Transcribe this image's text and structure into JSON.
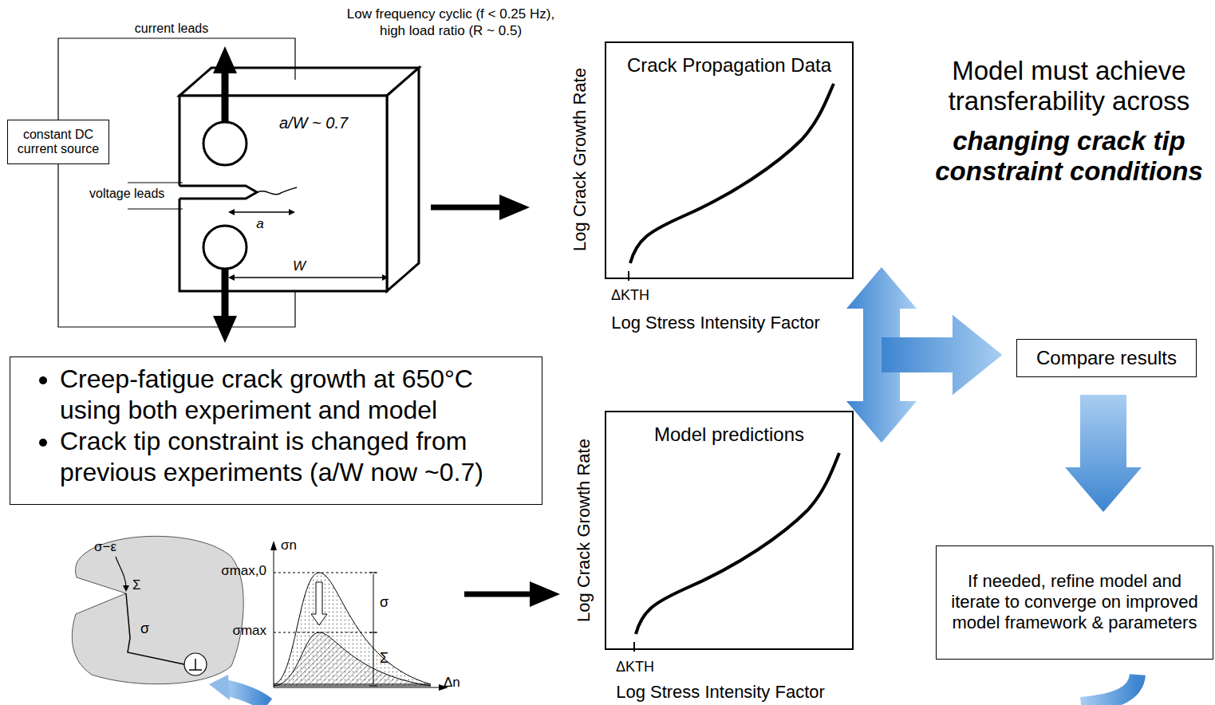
{
  "diagram": {
    "nodes": [
      {
        "text": [
          "constant DC current source"
        ]
      },
      {
        "text": [
          "Crack Propagation Data"
        ]
      },
      {
        "text": [
          "Model predictions"
        ]
      },
      {
        "text": [
          "Compare results"
        ]
      },
      {
        "text": [
          "If needed, refine model and iterate to converge on improved model framework & parameters"
        ]
      },
      {
        "text": [
          "Creep-fatigue crack growth at 650°C using both experiment and model",
          "Crack tip constraint is changed from previous experiments (a/W now ~0.7)"
        ]
      }
    ],
    "edges": [
      {
        "from": 1,
        "to": 2,
        "arrow": "both"
      },
      {
        "from": 1,
        "to": 3,
        "arrow": "to"
      },
      {
        "from": 2,
        "to": 3,
        "arrow": "to"
      },
      {
        "from": 3,
        "to": 4,
        "arrow": "to"
      }
    ],
    "labels": [
      "Low frequency cyclic (f < 0.25 Hz),",
      "high load ratio (R ~ 0.5)",
      "current leads",
      "a/W ~ 0.7",
      "voltage leads",
      "a",
      "W",
      "Log Crack Growth Rate",
      "ΔKTH",
      "Log Stress Intensity Factor",
      "Log Crack Growth Rate",
      "ΔKTH",
      "Log Stress Intensity Factor",
      "Model must achieve transferability across",
      "changing crack tip constraint conditions",
      "σ−ε",
      "Σ",
      "σ",
      "σn",
      "σmax,0",
      "σmax",
      "σ",
      "Σ",
      "Δn"
    ]
  }
}
